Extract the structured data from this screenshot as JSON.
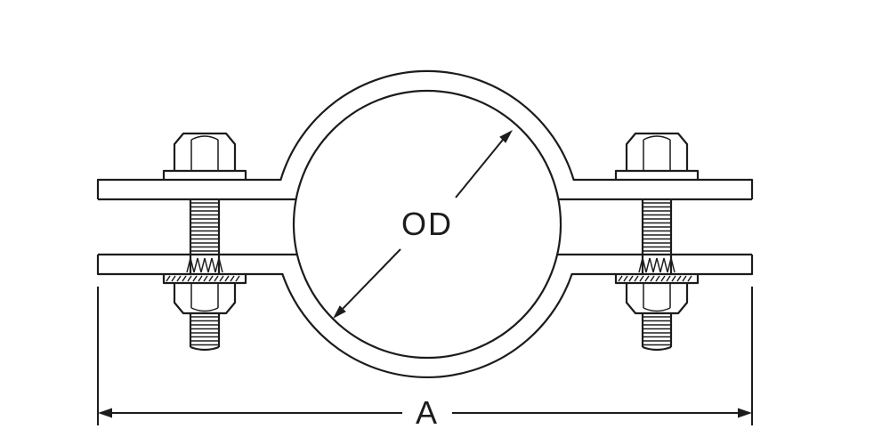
{
  "diagram": {
    "type": "technical-line-drawing",
    "subject": "two-bolt pipe clamp (riser clamp) cross-section with dimension callouts",
    "labels": {
      "outer_diameter": "OD",
      "overall_width": "A"
    }
  },
  "colors": {
    "line": "#1c1c1c",
    "background": "#ffffff"
  }
}
